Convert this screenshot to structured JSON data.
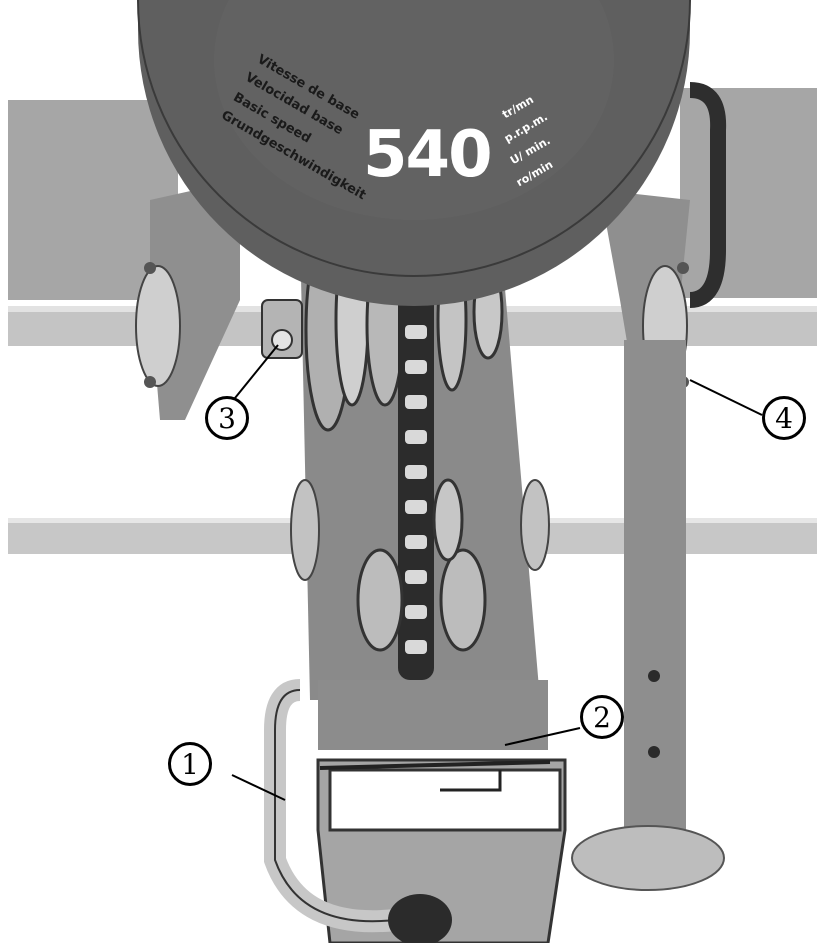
{
  "disc_label": {
    "rpm": "540",
    "lines_left": [
      "Vitesse de base",
      "Velocidad base",
      "Basic speed",
      "Grundgeschwindigkeit"
    ],
    "lines_right": [
      "tr/mn",
      "p.r.p.m.",
      "U/ min.",
      "ro/min"
    ]
  },
  "callouts": [
    {
      "number": "1"
    },
    {
      "number": "2"
    },
    {
      "number": "3"
    },
    {
      "number": "4"
    }
  ],
  "colors": {
    "disc": "#5f5f5f",
    "metal_dark": "#3a3a3a",
    "metal_mid": "#8a8a8a",
    "metal_light": "#c9c9c9",
    "frame": "#9a9a9a"
  }
}
